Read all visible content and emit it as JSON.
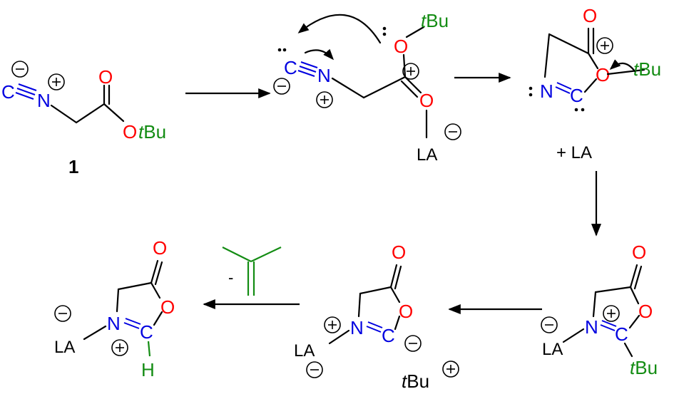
{
  "colors": {
    "carbon": "#000000",
    "nitrogen_isocyanide": "#0000e0",
    "oxygen": "#ff0000",
    "tBu_and_H": "#138c13"
  },
  "labels": {
    "N": "N",
    "C": "C",
    "O": "O",
    "t": "t",
    "Bu": "Bu",
    "LA": "LA",
    "H": "H",
    "plus_LA": "+ LA",
    "compound_number": "1",
    "minus_sign": "-",
    "pos": "+",
    "neg": "−"
  },
  "icons": {
    "charge_plus": "circled-plus",
    "charge_minus": "circled-minus",
    "lone_pair": "dot-pair"
  }
}
